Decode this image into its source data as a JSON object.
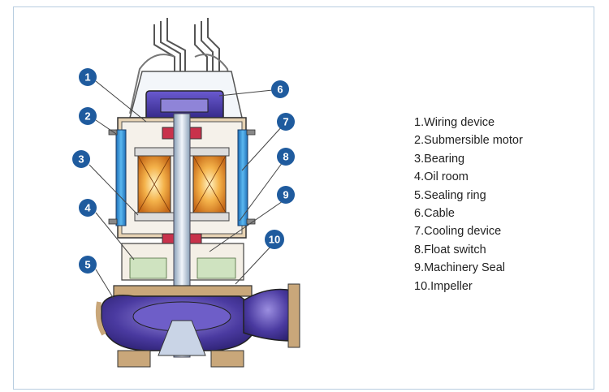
{
  "callouts": [
    "1",
    "2",
    "3",
    "4",
    "5",
    "6",
    "7",
    "8",
    "9",
    "10"
  ],
  "legend": [
    "1.Wiring device",
    "2.Submersible motor",
    "3.Bearing",
    "4.Oil room",
    "5.Sealing ring",
    "6.Cable",
    "7.Cooling device",
    "8.Float switch",
    "9.Machinery Seal",
    "10.Impeller"
  ],
  "colors": {
    "callout_fill": "#1f5b9e",
    "motor_blue": "#2a8fd6",
    "pump_purple": "#3b2a8a",
    "oil_green": "#cfe3c0",
    "flange_tan": "#c9a77a",
    "stator_orange": "#f0a030",
    "seal_red": "#c8324b"
  }
}
